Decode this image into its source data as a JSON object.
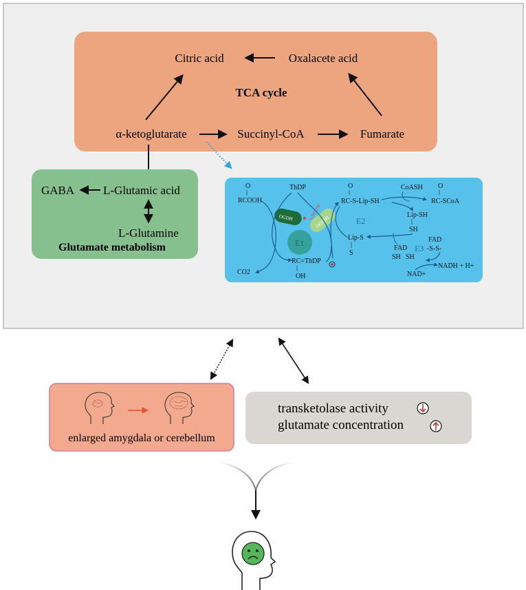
{
  "tca": {
    "title": "TCA cycle",
    "citric": "Citric acid",
    "oxalacete": "Oxalacete acid",
    "akg": "α-ketoglutarate",
    "succinyl": "Succinyl-CoA",
    "fumarate": "Fumarate"
  },
  "glutamate": {
    "title": "Glutamate metabolism",
    "gaba": "GABA",
    "glutamic": "L-Glutamic acid",
    "glutamine": "L-Glutamine"
  },
  "complex": {
    "thdp": "ThDP",
    "o1": "O",
    "rcooh": "RCOOH",
    "co2": "CO2",
    "rc_thdp": "RC=ThDP",
    "oh": "OH",
    "ogdh": "OGDH",
    "ogdhl": "OGDHL",
    "mutation": "rs2903290",
    "e1": "E1",
    "o2": "O",
    "rc_s_lip_sh": "RC-S-Lip-SH",
    "coash": "CoASH",
    "o3": "O",
    "rc_scoa": "RC-SCoA",
    "e2": "E2",
    "lip_sh": "Lip-SH",
    "sh1": "SH",
    "lip_s": "Lip-S",
    "s1": "S",
    "fad1": "FAD",
    "sh2": "SH",
    "sh3": "SH",
    "e3": "E3",
    "fad2": "FAD",
    "ss": "-S-S-",
    "nadh": "NADH + H+",
    "nad": "NAD+"
  },
  "outcomes": {
    "amygdala": "enlarged amygdala or cerebellum",
    "transketolase": "transketolase activity",
    "glutamate_conc": "glutamate concentration"
  },
  "colors": {
    "tca_box": "#eda57f",
    "glu_box": "#86c08f",
    "complex_box": "#56c2ec",
    "outer_bg": "#efefef",
    "amyg_box": "#f2a98d",
    "gray_box": "#dad6d2"
  }
}
